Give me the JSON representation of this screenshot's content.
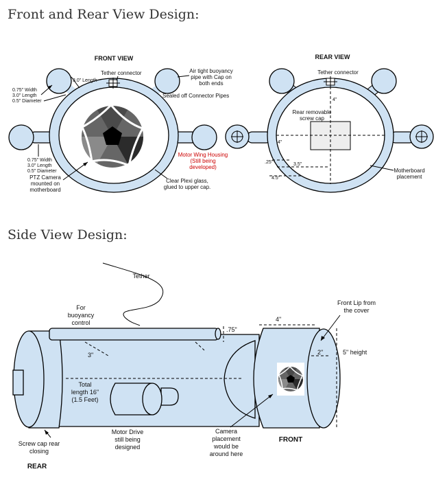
{
  "headings": {
    "front_rear": "Front and Rear View Design:",
    "side": "Side View Design:"
  },
  "front_view": {
    "title": "FRONT VIEW",
    "tether_connector": "Tether connector",
    "length_label": "3.0\" Length",
    "top_left_dims": [
      "0.75\" Width",
      "3.0\" Length",
      "0.5\" Diameter"
    ],
    "air_tight": [
      "Air tight buoyancy",
      "pipe with Cap on",
      "both ends"
    ],
    "sealed_off": "Sealed off Connector Pipes",
    "bottom_left_dims": [
      "0.75\" Width",
      "3.0\" Length",
      "0.5\" Diameter"
    ],
    "ptz_camera": [
      "PTZ Camera",
      "mounted on",
      "motherboard"
    ],
    "motor_wing": [
      "Motor Wing Housing",
      "(Still being",
      "developed)"
    ],
    "clear_plexi": [
      "Clear Plexi glass,",
      "glued to upper cap."
    ],
    "motor_wing_color": "#cc0000",
    "body_color": "#cfe2f3"
  },
  "rear_view": {
    "title": "REAR VIEW",
    "tether_connector": "Tether connector",
    "screw_cap": [
      "Rear removable",
      "screw cap"
    ],
    "dim_top": "4\"",
    "dim_left": "4\"",
    "dim_25": ".25\"",
    "dim_35": "3.5\"",
    "dim_45": "4.5\"",
    "motherboard": [
      "Motherboard",
      "placement"
    ]
  },
  "side_view": {
    "tether": "Tether",
    "buoyancy": [
      "For",
      "buoyancy",
      "control"
    ],
    "dim_75": ".75\"",
    "dim_3": "3\"",
    "dim_4": "4\"",
    "dim_2": "2\"",
    "front_lip": [
      "Front Lip from",
      "the cover"
    ],
    "height": "5\" height",
    "total_length": [
      "Total",
      "length 16\"",
      "(1.5 Feet)"
    ],
    "motor_drive": [
      "Motor Drive",
      "still being",
      "designed"
    ],
    "camera_placement": [
      "Camera",
      "placement",
      "would be",
      "around here"
    ],
    "screw_cap_rear": [
      "Screw cap rear",
      "closing"
    ],
    "front": "FRONT",
    "rear": "REAR"
  }
}
